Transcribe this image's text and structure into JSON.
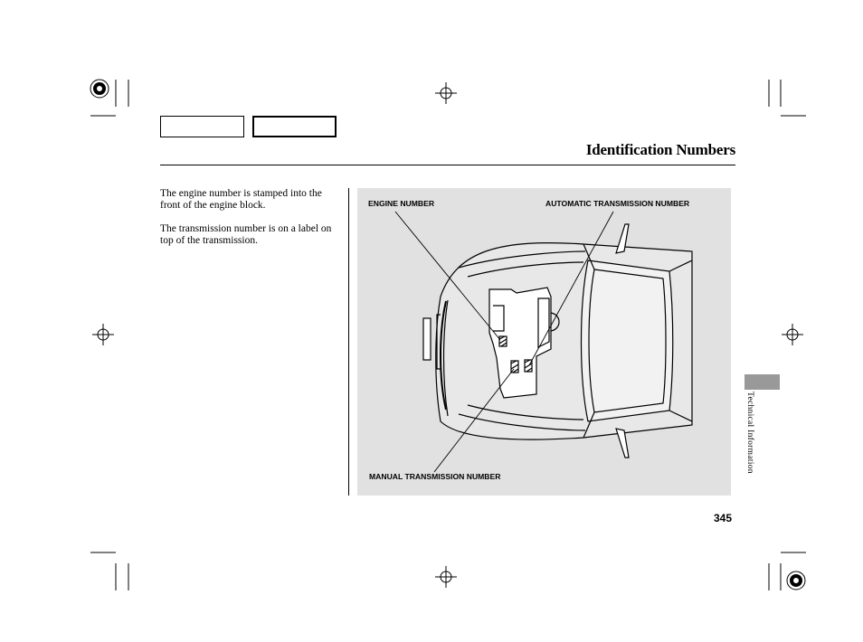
{
  "header": {
    "title": "Identification Numbers"
  },
  "body": {
    "paragraph_1": "The engine number is stamped into the front of the engine block.",
    "paragraph_2": "The transmission number is on a label on top of the transmission."
  },
  "figure": {
    "engine_number_label": "ENGINE NUMBER",
    "automatic_transmission_label": "AUTOMATIC TRANSMISSION NUMBER",
    "manual_transmission_label": "MANUAL TRANSMISSION NUMBER",
    "panel_color": "#e1e1e1"
  },
  "sidebar": {
    "section_label": "Technical Information",
    "tab_color": "#999999"
  },
  "footer": {
    "page_number": "345"
  }
}
